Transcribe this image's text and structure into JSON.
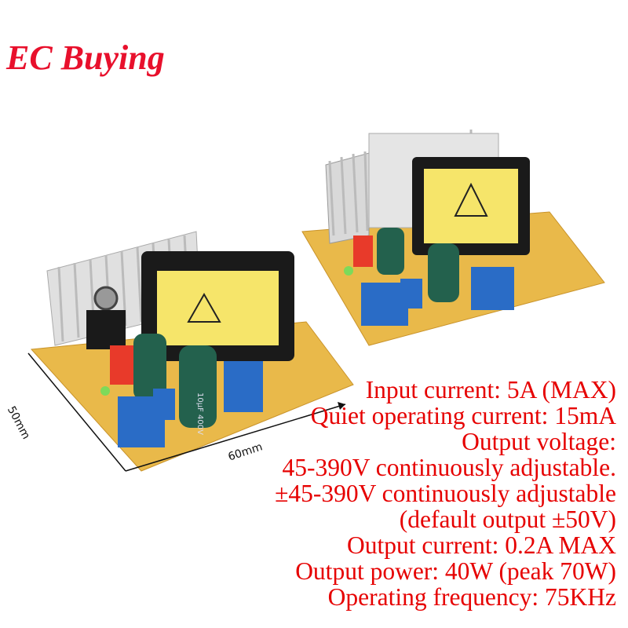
{
  "brand": {
    "logo_text": "EC Buying",
    "color": "#e8102c"
  },
  "dimensions": {
    "width_label": "60mm",
    "height_label": "50mm"
  },
  "specs": [
    "Input current: 5A (MAX)",
    "Quiet operating current: 15mA",
    "Output voltage:",
    "45-390V continuously adjustable.",
    "±45-390V continuously adjustable",
    "(default output ±50V)",
    "Output current: 0.2A MAX",
    "Output power: 40W (peak 70W)",
    "Operating frequency: 75KHz"
  ],
  "spec_color": "#e60000",
  "capacitor_label": "10µF 400V"
}
